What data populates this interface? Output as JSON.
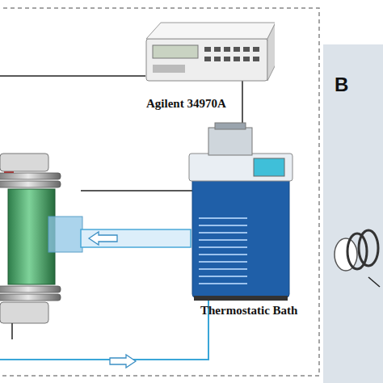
{
  "diagram": {
    "nodes": [
      {
        "text": [
          "Agilent 34970A"
        ]
      },
      {
        "text": [
          "Thermostatic Bath"
        ]
      },
      {
        "text": [
          "B"
        ]
      }
    ]
  }
}
